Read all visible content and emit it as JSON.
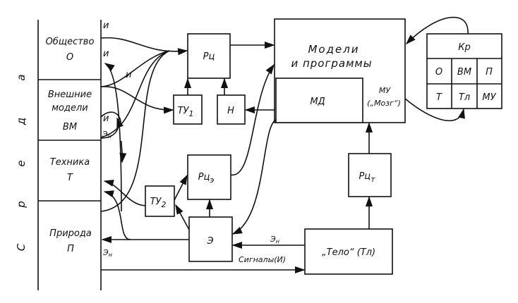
{
  "environment": {
    "vertical_label": [
      "С",
      "р",
      "е",
      "д",
      "а"
    ],
    "cells": [
      {
        "title_lines": [
          "Общество"
        ],
        "symbol": "О"
      },
      {
        "title_lines": [
          "Внешние",
          "модели"
        ],
        "symbol": "ВМ"
      },
      {
        "title_lines": [
          "Техника"
        ],
        "symbol": "Т"
      },
      {
        "title_lines": [
          "Природа"
        ],
        "symbol": "П"
      }
    ]
  },
  "blocks": {
    "rc": {
      "label": "Рц"
    },
    "tu1": {
      "label": "ТУ",
      "sub": "1"
    },
    "n": {
      "label": "Н"
    },
    "models": {
      "line1": "Модели",
      "line2": "и программы"
    },
    "md": {
      "label": "МД"
    },
    "mu": {
      "line1": "МУ",
      "line2": "(„Мозг“)"
    },
    "rce": {
      "label": "Рц",
      "sub": "э"
    },
    "tu2": {
      "label": "ТУ",
      "sub": "2"
    },
    "e": {
      "label": "Э"
    },
    "rct": {
      "label": "Рц",
      "sub": "т"
    },
    "body": {
      "label": "„Тело“ (Тл)"
    }
  },
  "kr_table": {
    "header": "Кр",
    "rows": [
      [
        "О",
        "ВМ",
        "П"
      ],
      [
        "Т",
        "Тл",
        "МУ"
      ]
    ]
  },
  "signal_labels": {
    "i": "и",
    "en": "Э",
    "en_sub": "н",
    "signals": "Сигналы(И)"
  }
}
